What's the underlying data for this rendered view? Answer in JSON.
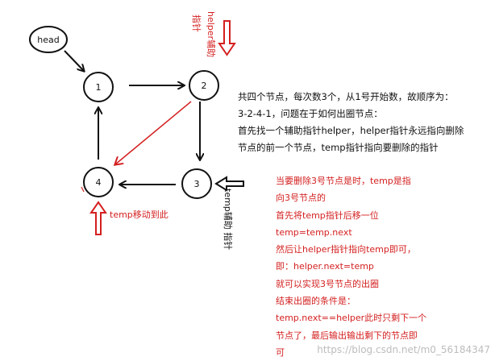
{
  "colors": {
    "black": "#111111",
    "red": "#d42020"
  },
  "head_label": "head",
  "nodes": [
    {
      "id": "node-1",
      "label": "1"
    },
    {
      "id": "node-2",
      "label": "2"
    },
    {
      "id": "node-3",
      "label": "3"
    },
    {
      "id": "node-4",
      "label": "4"
    }
  ],
  "helper_label_line1": "helper辅助",
  "helper_label_line2": "指针",
  "temp_label": "temp辅助 指针",
  "temp_move_label": "temp移动到此",
  "description": [
    "共四个节点，每次数3个，从1号开始数，故顺序为：",
    "3-2-4-1，问题在于如何出圈节点：",
    "首先找一个辅助指针helper，helper指针永远指向删除",
    "节点的前一个节点，temp指针指向要删除的指针"
  ],
  "note": [
    "当要删除3号节点是时，temp是指",
    "向3号节点的",
    "首先将temp指针后移一位",
    "temp=temp.next",
    "然后让helper指针指向temp即可，",
    "即：helper.next=temp",
    "就可以实现3号节点的出圈",
    "结束出圈的条件是：",
    "temp.next==helper此时只剩下一个",
    "节点了，最后输出输出剩下的节点即",
    "可"
  ],
  "watermark": "https://blog.csdn.net/m0_56184347"
}
